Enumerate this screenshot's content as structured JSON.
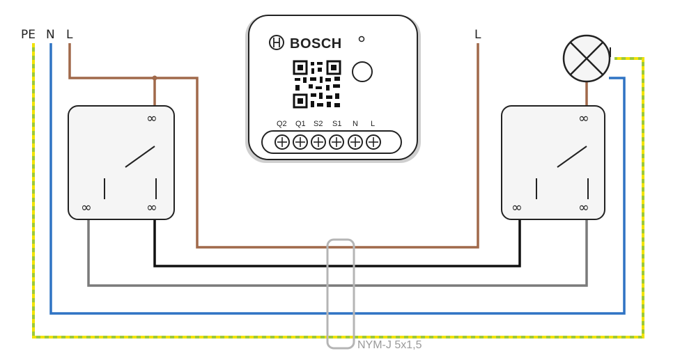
{
  "labels": {
    "pe": "PE",
    "n": "N",
    "l_left": "L",
    "l_right": "L",
    "lamp_terminal": "I"
  },
  "device": {
    "brand": "BOSCH",
    "terminals": [
      "Q2",
      "Q1",
      "S2",
      "S1",
      "N",
      "L"
    ]
  },
  "cable": {
    "label": "NYM-J 5x1,5"
  },
  "colors": {
    "phase": "#a0694a",
    "neutral": "#2f73c4",
    "earth_green": "#9cc93a",
    "earth_yellow": "#f2e200",
    "switch_wire": "#111111",
    "traveler": "#7a7a7a",
    "cable_outline": "#b5b5b5",
    "box_stroke": "#222222",
    "box_fill": "#f5f5f5"
  },
  "icons": {
    "lamp": "lamp-icon",
    "bosch_logo": "bosch-logo-icon",
    "qr_code": "qr-code-icon",
    "button": "round-button-icon",
    "led": "led-indicator-icon"
  }
}
